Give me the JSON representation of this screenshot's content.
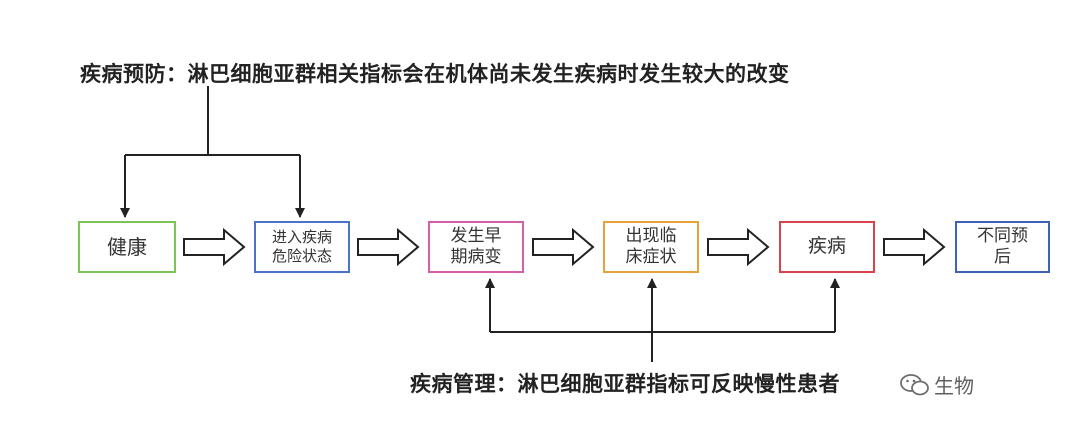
{
  "captions": {
    "prevention": "疾病预防：淋巴细胞亚群相关指标会在机体尚未发生疾病时发生较大的改变",
    "management": "疾病管理：淋巴细胞亚群指标可反映慢性患者"
  },
  "stages": [
    {
      "id": "healthy",
      "lines": [
        "健康"
      ],
      "color": "#7dc35a"
    },
    {
      "id": "risk-state",
      "lines": [
        "进入疾病",
        "危险状态"
      ],
      "color": "#4a74c9"
    },
    {
      "id": "early-lesion",
      "lines": [
        "发生早",
        "期病变"
      ],
      "color": "#d55fa9"
    },
    {
      "id": "clinical-symptoms",
      "lines": [
        "出现临",
        "床症状"
      ],
      "color": "#e8a23a"
    },
    {
      "id": "disease",
      "lines": [
        "疾病"
      ],
      "color": "#d9434b"
    },
    {
      "id": "prognosis",
      "lines": [
        "不同预",
        "后"
      ],
      "color": "#3f62b8"
    }
  ],
  "watermark": {
    "text": "生物",
    "icon": "wechat-icon"
  }
}
